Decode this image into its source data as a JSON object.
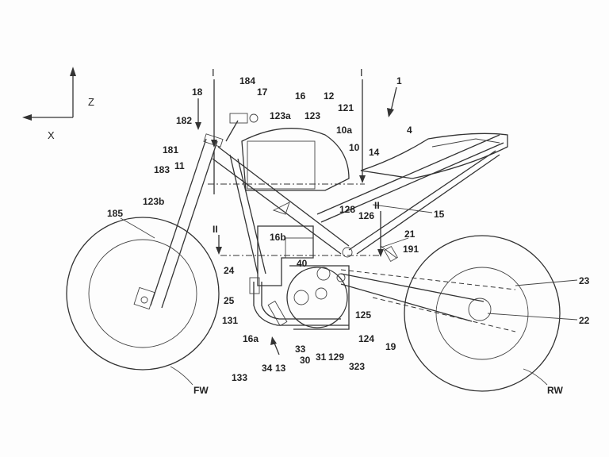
{
  "figure": {
    "axes": {
      "z": "Z",
      "x": "X"
    },
    "section_marks": {
      "i_left": "I",
      "i_right": "I",
      "ii_left": "II",
      "ii_right": "II"
    },
    "labels": {
      "l184": "184",
      "l17": "17",
      "l1": "1",
      "l18": "18",
      "l16": "16",
      "l12": "12",
      "l121": "121",
      "l123a": "123a",
      "l123": "123",
      "l182": "182",
      "l10a": "10a",
      "l10": "10",
      "l14": "14",
      "l4": "4",
      "l181": "181",
      "l183": "183",
      "l11": "11",
      "l123b": "123b",
      "l185": "185",
      "l128": "128",
      "l126": "126",
      "l15": "15",
      "l16b": "16b",
      "l21": "21",
      "l191": "191",
      "l40": "40",
      "l24": "24",
      "l23": "23",
      "l25": "25",
      "l125": "125",
      "l131": "131",
      "l22": "22",
      "l16a": "16a",
      "l124": "124",
      "l19": "19",
      "l33": "33",
      "l30": "30",
      "l31": "31",
      "l129": "129",
      "l323": "323",
      "l34": "34",
      "l13": "13",
      "l133": "133",
      "lFW": "FW",
      "lRW": "RW"
    }
  }
}
